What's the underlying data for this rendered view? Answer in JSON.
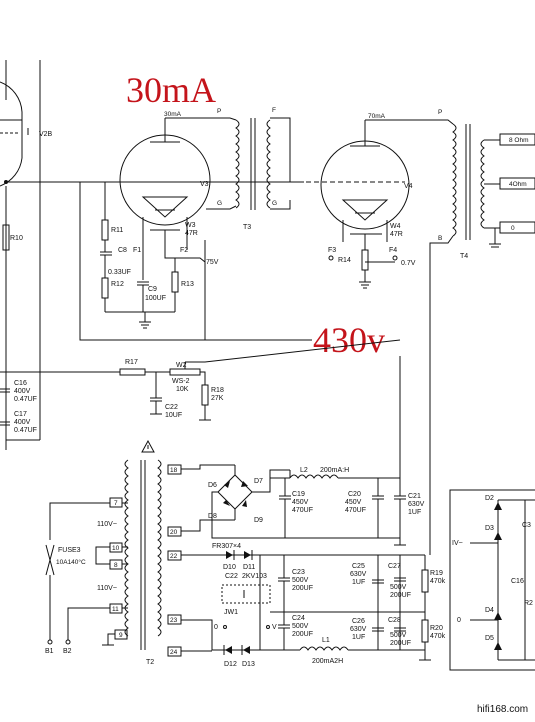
{
  "annotations": {
    "current_main": "30mA",
    "voltage_main": "430v",
    "watermark": "hifi168.com"
  },
  "tubes": {
    "v2": {
      "ref": "V2B"
    },
    "v3": {
      "ref": "V3",
      "current": "30mA",
      "pins": {
        "p": "P",
        "g": "G",
        "f1": "F1",
        "f2": "F2"
      }
    },
    "v4": {
      "ref": "V4",
      "current": "70mA",
      "pins": {
        "p": "P",
        "f3": "F3",
        "f4": "F4"
      }
    }
  },
  "transformers": {
    "t3": {
      "ref": "T3",
      "pins": [
        "P",
        "F",
        "G",
        "G"
      ]
    },
    "t4": {
      "ref": "T4",
      "pins": [
        "P",
        "B"
      ],
      "taps": [
        "8 Ohm",
        "4Ohm",
        "0"
      ]
    },
    "t2": {
      "ref": "T2",
      "primary_pins": [
        "7",
        "10",
        "8",
        "11",
        "9"
      ],
      "secondary_pins": [
        "18",
        "20",
        "22",
        "23",
        "24"
      ]
    }
  },
  "components": {
    "r10": "R10",
    "r11": "R11",
    "c8": "C8",
    "c8_val": "0.33UF",
    "r12": "R12",
    "r13": "R13",
    "c9": "C9",
    "c9_val": "100UF",
    "w3": "W3",
    "w3_val": "47R",
    "v75": "75V",
    "w4": "W4",
    "w4_val": "47R",
    "r14": "R14",
    "v07": "0.7V",
    "r17": "R17",
    "w2": "W2",
    "ws2": "WS-2",
    "ws2_val": "10K",
    "r18": "R18",
    "r18_val": "27K",
    "c22a": "C22",
    "c22a_val": "10UF",
    "c16": "C16",
    "c16_v": "400V",
    "c16_val": "0.47UF",
    "c17": "C17",
    "c17_v": "400V",
    "c17_val": "0.47UF",
    "d6": "D6",
    "d7": "D7",
    "d8": "D8",
    "d9": "D9",
    "l2": "L2",
    "l2_val": "200mA:H",
    "c19": "C19",
    "c19_v": "450V",
    "c19_val": "470UF",
    "c20": "C20",
    "c20_v": "450V",
    "c20_val": "470UF",
    "c21": "C21",
    "c21_v": "630V",
    "c21_val": "1UF",
    "fr307": "FR307×4",
    "d10": "D10",
    "d11": "D11",
    "c22b": "C22",
    "c22b_val": "2KV103",
    "jw1": "JW1",
    "d12": "D12",
    "d13": "D13",
    "c23": "C23",
    "c23_v": "500V",
    "c23_val": "200UF",
    "c24": "C24",
    "c24_v": "500V",
    "c24_val": "200UF",
    "c25": "C25",
    "c25_v": "630V",
    "c25_val": "1UF",
    "c26": "C26",
    "c26_v": "630V",
    "c26_val": "1UF",
    "c27": "C27",
    "c27_v": "500V",
    "c27_val": "200UF",
    "c28": "C28",
    "c28_v": "500V",
    "c28_val": "200UF",
    "l1": "L1",
    "l1_val": "200mA2H",
    "r19": "R19",
    "r19_val": "470k",
    "r20": "R20",
    "r20_val": "470k",
    "fuse": "FUSE3",
    "fuse_val": "10A140°C",
    "ac1": "110V~",
    "ac2": "110V~",
    "b1": "B1",
    "b2": "B2",
    "d2": "D2",
    "d3": "D3",
    "d4": "D4",
    "d5": "D5",
    "c31": "C3",
    "c16r": "C16",
    "r2": "R2",
    "iv": "IV~",
    "zero": "0",
    "v_sym": "V"
  }
}
